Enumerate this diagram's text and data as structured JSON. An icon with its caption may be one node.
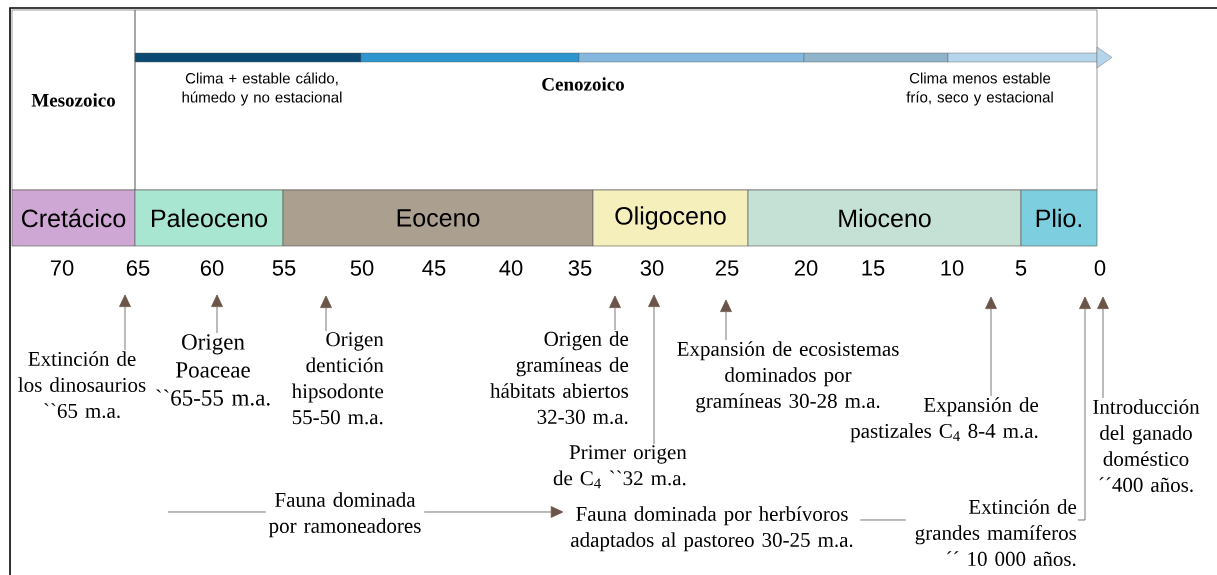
{
  "diagram": {
    "nodes": [
      {
        "text": [
          "Mesozoico"
        ]
      },
      {
        "text": [
          "Clima + estable cálido, húmedo y no estacional",
          "Cenozoico",
          "Clima menos estable frío, seco y  estacional"
        ]
      },
      {
        "text": [
          "Cretácico"
        ]
      },
      {
        "text": [
          "Paleoceno"
        ]
      },
      {
        "text": [
          "Eoceno"
        ]
      },
      {
        "text": [
          "Oligoceno"
        ]
      },
      {
        "text": [
          "Mioceno"
        ]
      },
      {
        "text": [
          "Plio."
        ]
      },
      {
        "text": [
          "Extinción de los dinosaurios ``65 m.a."
        ]
      },
      {
        "text": [
          "Origen Poaceae ``65-55 m.a."
        ]
      },
      {
        "text": [
          "Origen dentición hipsodonte 55-50 m.a."
        ]
      },
      {
        "text": [
          "Origen de gramíneas de hábitats abiertos 32-30 m.a."
        ]
      },
      {
        "text": [
          "Primer origen de C$_{4}$ ``32 m.a."
        ]
      },
      {
        "text": [
          "Expansión de ecosistemas dominados por gramíneas 30-28 m.a."
        ]
      },
      {
        "text": [
          "Expansión de pastizales C$_{4}$ 8-4 m.a."
        ]
      },
      {
        "text": [
          "Introducción del ganado doméstico ´´400 años."
        ]
      },
      {
        "text": [
          "Fauna dominada por ramoneadores"
        ]
      },
      {
        "text": [
          "Fauna dominada por herbívoros adaptados al pastoreo 30-25 m.a."
        ]
      }
    ],
    "edges": [
      {
        "from": 8,
        "to": null,
        "arrow": "to"
      },
      {
        "from": 9,
        "to": null,
        "arrow": "to"
      },
      {
        "from": 10,
        "to": null,
        "arrow": "to"
      },
      {
        "from": 11,
        "to": null,
        "arrow": "to"
      },
      {
        "from": 12,
        "to": null,
        "arrow": "to"
      },
      {
        "from": 13,
        "to": null,
        "arrow": "to"
      },
      {
        "from": 14,
        "to": null,
        "arrow": "to"
      },
      {
        "from": 15,
        "to": null,
        "arrow": "to"
      },
      {
        "from": 16,
        "to": null,
        "arrow": "none"
      },
      {
        "from": 16,
        "to": 17,
        "arrow": "to"
      },
      {
        "from": 17,
        "to": null,
        "arrow": "to",
        "label": "Extinción de grandes mamíferos ´´ 10 000 años."
      }
    ],
    "labels": [
      "70",
      "65",
      "60",
      "55",
      "50",
      "45",
      "40",
      "35",
      "30",
      "25",
      "20",
      "15",
      "10",
      "5",
      "0"
    ]
  }
}
